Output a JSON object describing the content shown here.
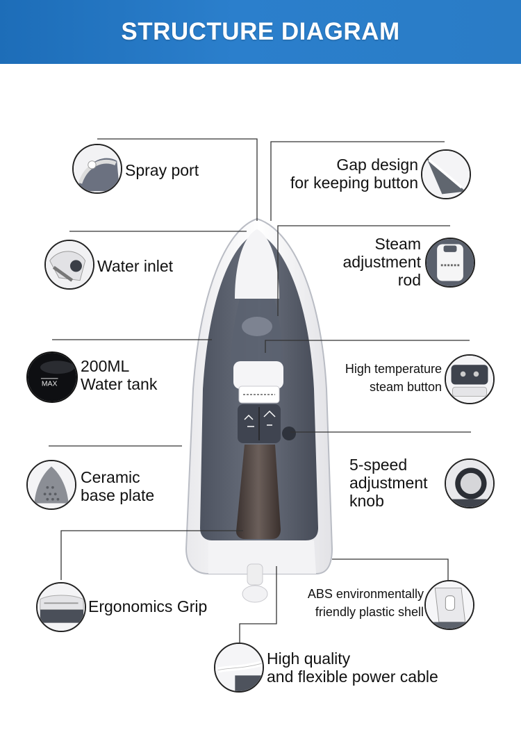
{
  "header": {
    "title": "STRUCTURE DIAGRAM",
    "accent_color": "#2b7fcc"
  },
  "diagram": {
    "subject_icon": "steam-iron-illustration",
    "callouts": [
      {
        "id": "spray-port",
        "lines": [
          "Spray port"
        ],
        "icon": "spray-nozzle-icon"
      },
      {
        "id": "gap-design",
        "lines": [
          "Gap design",
          "for keeping button"
        ],
        "icon": "iron-tip-gap-icon"
      },
      {
        "id": "water-inlet",
        "lines": [
          "Water inlet"
        ],
        "icon": "water-inlet-cap-icon"
      },
      {
        "id": "steam-rod",
        "lines": [
          "Steam",
          "adjustment",
          "rod"
        ],
        "icon": "steam-rod-icon"
      },
      {
        "id": "water-tank",
        "lines": [
          "200ML",
          "Water tank"
        ],
        "badge": "MAX",
        "icon": "water-tank-icon"
      },
      {
        "id": "temp-button",
        "lines": [
          "High temperature",
          "steam button"
        ],
        "icon": "steam-button-icon"
      },
      {
        "id": "base-plate",
        "lines": [
          "Ceramic",
          "base plate"
        ],
        "icon": "soleplate-icon"
      },
      {
        "id": "speed-knob",
        "lines": [
          "5-speed",
          "adjustment",
          "knob"
        ],
        "icon": "dial-knob-icon"
      },
      {
        "id": "grip",
        "lines": [
          "Ergonomics Grip"
        ],
        "icon": "handle-grip-icon"
      },
      {
        "id": "shell",
        "lines": [
          "ABS environmentally",
          "friendly plastic shell"
        ],
        "icon": "plastic-shell-icon"
      },
      {
        "id": "cable",
        "lines": [
          "High quality",
          "and flexible power cable"
        ],
        "icon": "power-cable-icon"
      }
    ]
  }
}
